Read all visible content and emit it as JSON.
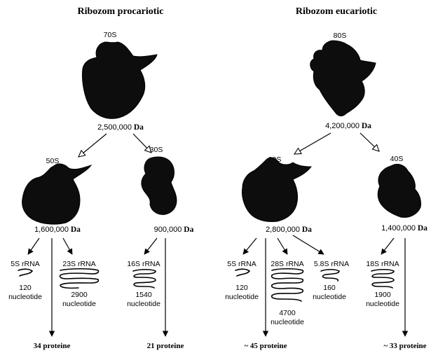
{
  "prokaryote": {
    "title": "Ribozom procariotic",
    "whole": {
      "label": "70S",
      "mass": "2,500,000",
      "unit": "Da"
    },
    "large": {
      "label": "50S",
      "mass": "1,600,000",
      "unit": "Da"
    },
    "small": {
      "label": "30S",
      "mass": "900,000",
      "unit": "Da"
    },
    "rnas": [
      {
        "name": "5S rRNA",
        "count": "120",
        "unit": "nucleotide"
      },
      {
        "name": "23S rRNA",
        "count": "2900",
        "unit": "nucleotide"
      },
      {
        "name": "16S rRNA",
        "count": "1540",
        "unit": "nucleotide"
      }
    ],
    "large_proteins": "34 proteine",
    "small_proteins": "21 proteine"
  },
  "eukaryote": {
    "title": "Ribozom eucariotic",
    "whole": {
      "label": "80S",
      "mass": "4,200,000",
      "unit": "Da"
    },
    "large": {
      "label": "60S",
      "mass": "2,800,000",
      "unit": "Da"
    },
    "small": {
      "label": "40S",
      "mass": "1,400,000",
      "unit": "Da"
    },
    "rnas": [
      {
        "name": "5S rRNA",
        "count": "120",
        "unit": "nucleotide"
      },
      {
        "name": "28S rRNA",
        "count": "4700",
        "unit": "nucleotide"
      },
      {
        "name": "5.8S rRNA",
        "count": "160",
        "unit": "nucleotide"
      },
      {
        "name": "18S rRNA",
        "count": "1900",
        "unit": "nucleotide"
      }
    ],
    "large_proteins": "~ 45 proteine",
    "small_proteins": "~ 33 proteine"
  }
}
